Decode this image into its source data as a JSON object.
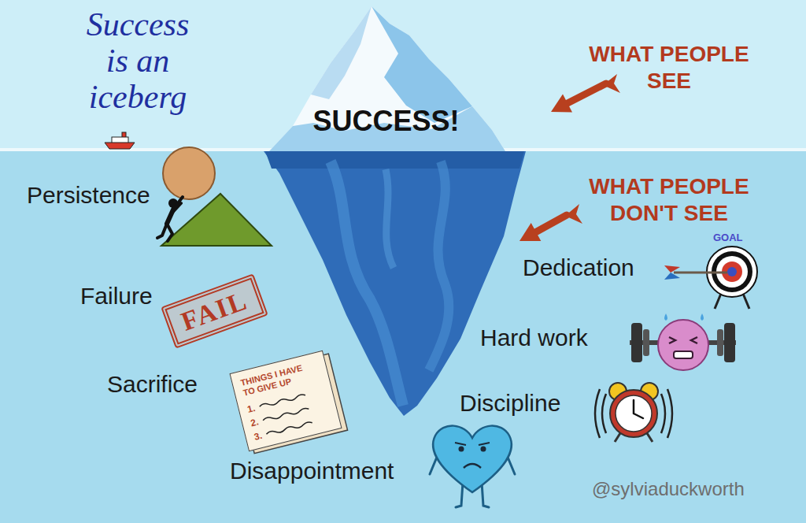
{
  "diagram": {
    "title": "Success is an iceberg",
    "nodes": [
      {
        "text": [
          "SUCCESS!"
        ]
      },
      {
        "text": [
          "FAIL"
        ]
      },
      {
        "text": [
          "THINGS I HAVE TO GIVE UP",
          "1.",
          "2.",
          "3."
        ]
      }
    ],
    "labels": [
      "WHAT PEOPLE SEE",
      "WHAT PEOPLE DON'T SEE",
      "Persistence",
      "Failure",
      "Sacrifice",
      "Disappointment",
      "Dedication",
      "Hard work",
      "Discipline",
      "GOAL",
      "@sylviaduckworth"
    ]
  }
}
